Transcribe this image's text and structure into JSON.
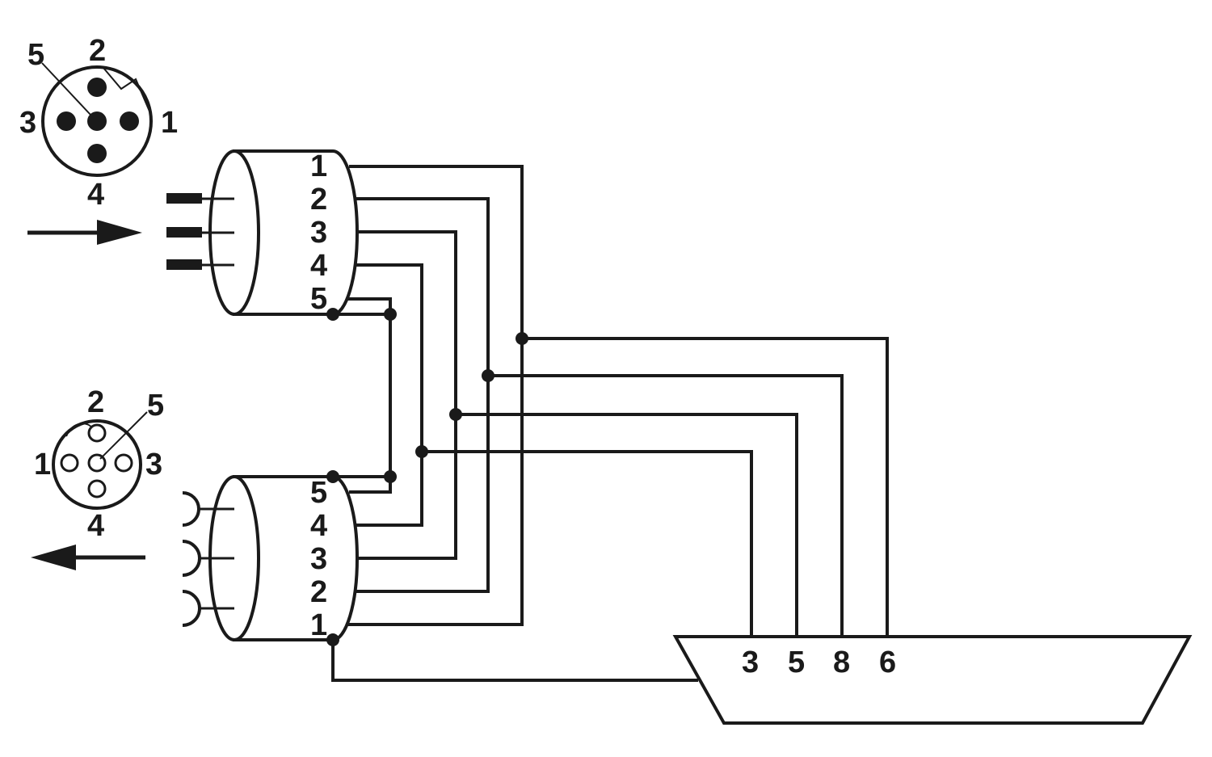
{
  "male_face": {
    "pins": {
      "p5": "5",
      "p2": "2",
      "p3": "3",
      "p1": "1",
      "p4": "4"
    }
  },
  "male_connector": {
    "pins": [
      "1",
      "2",
      "3",
      "4",
      "5"
    ]
  },
  "female_face": {
    "pins": {
      "p2": "2",
      "p5": "5",
      "p1": "1",
      "p3": "3",
      "p4": "4"
    }
  },
  "female_connector": {
    "pins": [
      "5",
      "4",
      "3",
      "2",
      "1"
    ]
  },
  "sub_d": {
    "pins": [
      "3",
      "5",
      "8",
      "6"
    ]
  },
  "colors": {
    "ink": "#1a1a1a",
    "background": "#ffffff"
  }
}
